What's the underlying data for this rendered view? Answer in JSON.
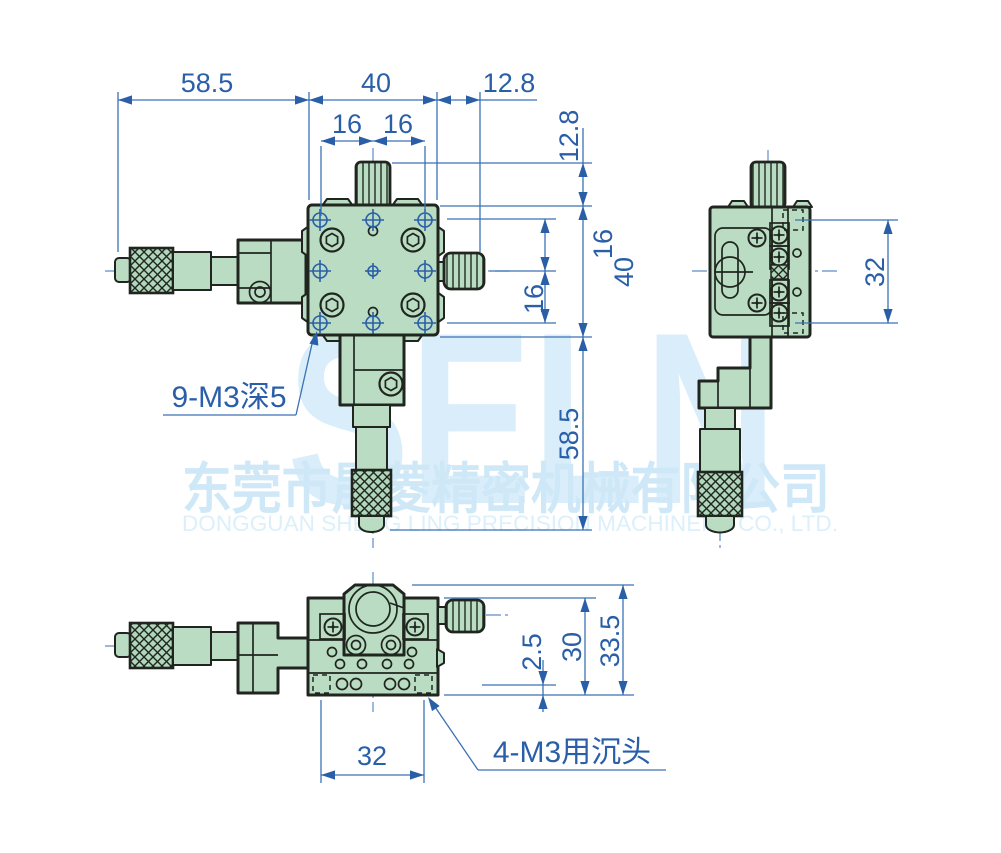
{
  "watermark": {
    "brand": "SELN",
    "company_cn": "东莞市晟菱精密机械有限公司",
    "company_en": "DONGGUAN SHENG LING PRECISION MACHINERY CO., LTD."
  },
  "colors": {
    "dimension_blue": "#2a5fa8",
    "line_blue": "#3a72b5",
    "body_green": "#b9dcc2",
    "outline_dark": "#20261f",
    "watermark_blue": "#d9eefa"
  },
  "front_view": {
    "dim_total_width_left": "58.5",
    "dim_body_width": "40",
    "dim_knob_offset_h": "12.8",
    "dim_hole_pitch_left": "16",
    "dim_hole_pitch_right": "16",
    "dim_knob_offset_v": "12.8",
    "dim_hole_pitch_top": "16",
    "dim_hole_pitch_bottom": "16",
    "dim_body_height": "40",
    "dim_total_height_bottom": "58.5",
    "note_holes": "9-M3深5"
  },
  "side_view": {
    "dim_hole_span": "32"
  },
  "bottom_view": {
    "dim_hole_span": "32",
    "dim_plate_thickness": "2.5",
    "dim_body_depth": "30",
    "dim_total_depth": "33.5",
    "note_countersunk": "4-M3用沉头"
  }
}
